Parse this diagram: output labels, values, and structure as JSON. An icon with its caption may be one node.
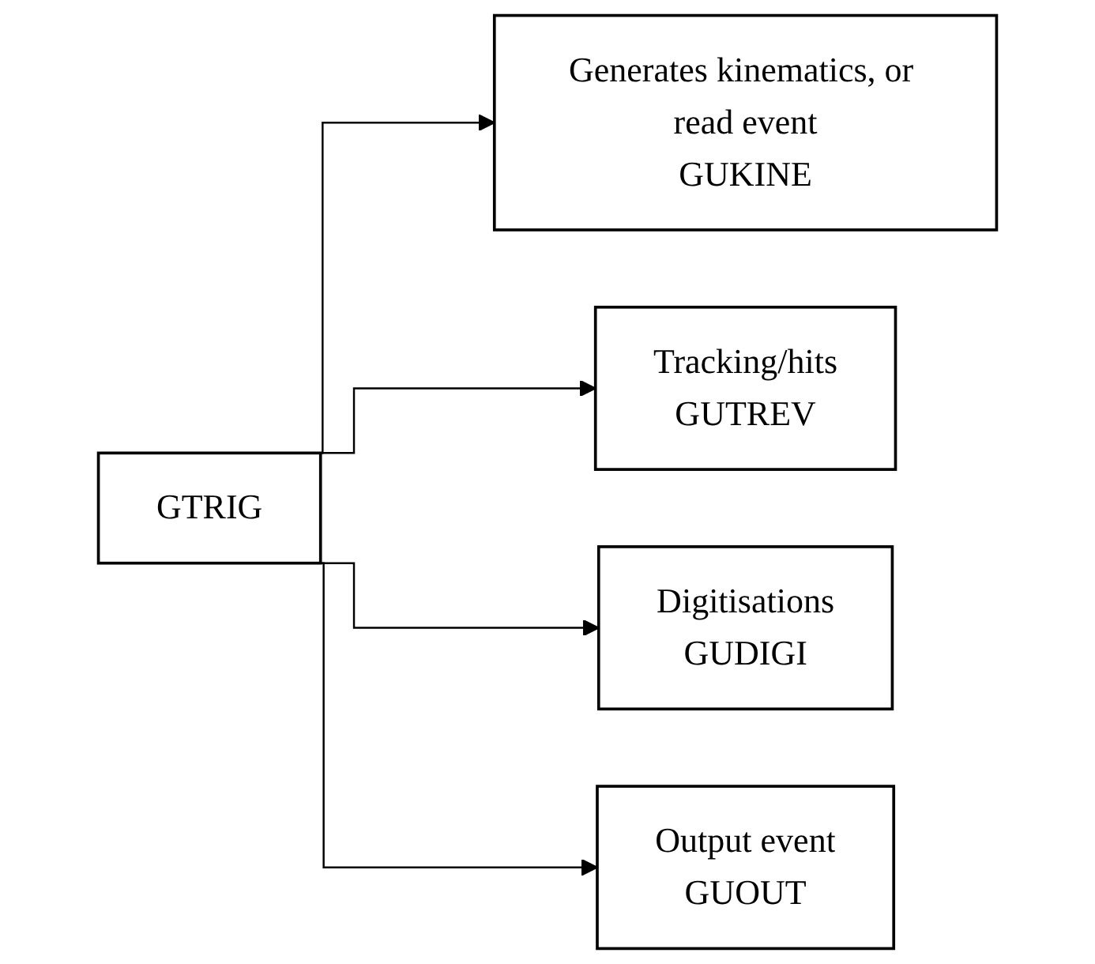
{
  "diagram": {
    "nodes": [
      {
        "text": [
          "GTRIG"
        ]
      },
      {
        "text": [
          "Generates kinematics, or read event",
          "GUKINE"
        ]
      },
      {
        "text": [
          "Tracking/hits",
          "GUTREV"
        ]
      },
      {
        "text": [
          "Digitisations",
          "GUDIGI"
        ]
      },
      {
        "text": [
          "Output event",
          "GUOUT"
        ]
      }
    ],
    "edges": [
      {
        "from": 0,
        "to": 1,
        "arrow": "to"
      },
      {
        "from": 0,
        "to": 2,
        "arrow": "to"
      },
      {
        "from": 0,
        "to": 3,
        "arrow": "to"
      },
      {
        "from": 0,
        "to": 4,
        "arrow": "to"
      }
    ]
  }
}
